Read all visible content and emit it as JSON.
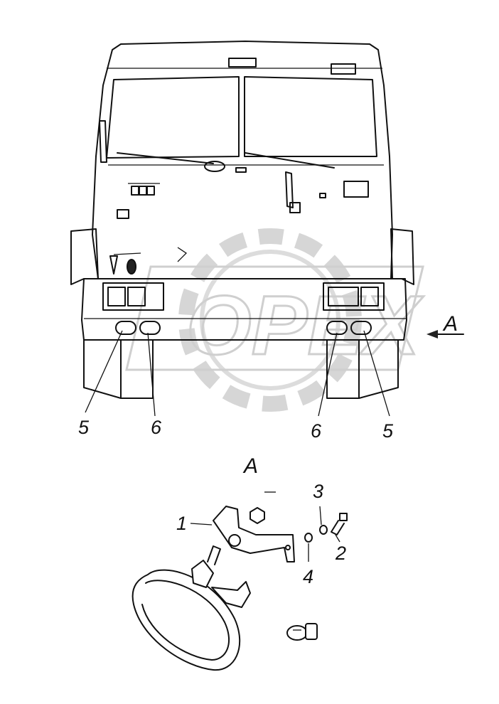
{
  "watermark": {
    "text": "OPEX",
    "color": "#cfcfcf"
  },
  "view_marker": {
    "label": "A"
  },
  "detail_view": {
    "title": "A"
  },
  "callouts": {
    "front_left_outer": "5",
    "front_left_inner": "6",
    "front_right_inner": "6",
    "front_right_outer": "5",
    "lamp_body": "1",
    "bolt": "2",
    "washer": "3",
    "nut": "4"
  },
  "colors": {
    "line": "#111111",
    "background": "#ffffff"
  }
}
